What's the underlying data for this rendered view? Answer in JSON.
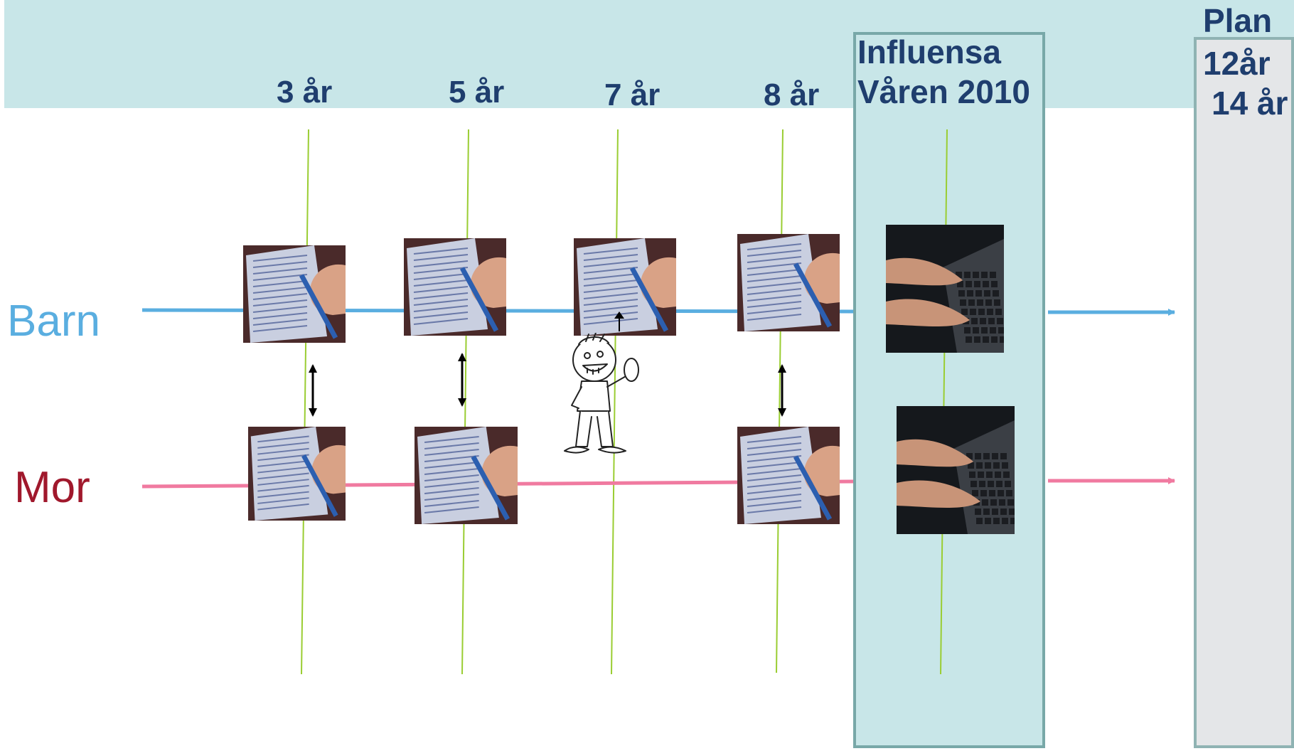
{
  "timeline": {
    "ages": [
      {
        "id": "3",
        "label": "3 år"
      },
      {
        "id": "5",
        "label": "5 år"
      },
      {
        "id": "7",
        "label": "7 år"
      },
      {
        "id": "8",
        "label": "8 år"
      }
    ]
  },
  "influenza": {
    "line1": "Influensa",
    "line2": "Våren 2010"
  },
  "plan": {
    "title": "Plan",
    "age1": "12år",
    "age2": "14 år"
  },
  "rows": {
    "child": "Barn",
    "mother": "Mor"
  },
  "icons": {
    "questionnaire": "hand-writing-questionnaire-photo",
    "web_survey": "typing-on-laptop-photo",
    "child": "cartoon-child-figure"
  },
  "colors": {
    "band": "#c8e6e8",
    "age_text": "#1f3e6e",
    "barn": "#5aaee0",
    "mor": "#f07aa0",
    "mor_text": "#a0182c",
    "vertical": "#9acd32",
    "panel_border": "#78a8a8",
    "plan_panel": "#e4e6e8"
  }
}
